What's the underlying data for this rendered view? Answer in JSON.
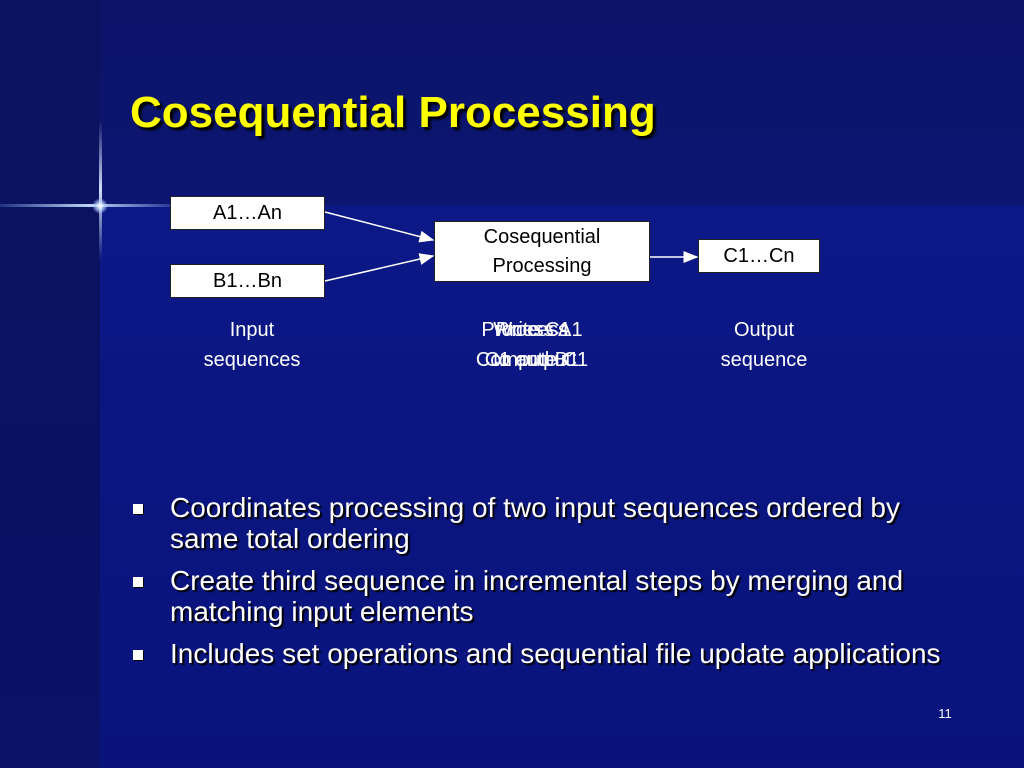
{
  "slide": {
    "title": "Cosequential Processing",
    "page_number": "11"
  },
  "diagram": {
    "box_a": "A1…An",
    "box_b": "B1…Bn",
    "box_process": "Cosequential Processing",
    "box_c": "C1…Cn",
    "caption_input": [
      "Input",
      "sequences"
    ],
    "caption_output": [
      "Output",
      "sequence"
    ],
    "caption_middle_layers": [
      [
        "Write C1",
        "to output"
      ],
      [
        "Process",
        "C1 and B1"
      ],
      [
        "Process A1",
        "Compute C1"
      ]
    ]
  },
  "bullets": [
    "Coordinates processing of two input sequences ordered by same total ordering",
    "Create third sequence in incremental steps by merging and matching input elements",
    "Includes set operations and sequential file update applications"
  ],
  "colors": {
    "background": "#0b1784",
    "title": "#ffff00",
    "text": "#ffffff"
  }
}
